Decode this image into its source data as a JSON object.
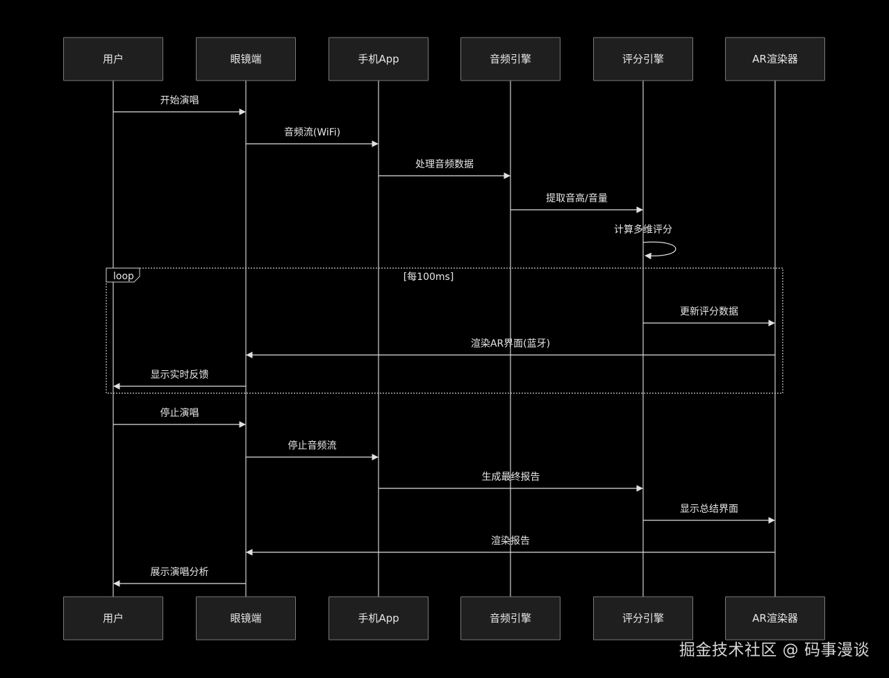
{
  "diagram": {
    "actors": [
      "用户",
      "眼镜端",
      "手机App",
      "音频引擎",
      "评分引擎",
      "AR渲染器"
    ],
    "messages": [
      {
        "from": 0,
        "to": 1,
        "label": "开始演唱"
      },
      {
        "from": 1,
        "to": 2,
        "label": "音频流(WiFi)"
      },
      {
        "from": 2,
        "to": 3,
        "label": "处理音频数据"
      },
      {
        "from": 3,
        "to": 4,
        "label": "提取音高/音量"
      },
      {
        "from": 4,
        "to": 4,
        "label": "计算多维评分"
      },
      {
        "from": 4,
        "to": 5,
        "label": "更新评分数据"
      },
      {
        "from": 5,
        "to": 1,
        "label": "渲染AR界面(蓝牙)"
      },
      {
        "from": 1,
        "to": 0,
        "label": "显示实时反馈"
      },
      {
        "from": 0,
        "to": 1,
        "label": "停止演唱"
      },
      {
        "from": 1,
        "to": 2,
        "label": "停止音频流"
      },
      {
        "from": 2,
        "to": 4,
        "label": "生成最终报告"
      },
      {
        "from": 4,
        "to": 5,
        "label": "显示总结界面"
      },
      {
        "from": 5,
        "to": 1,
        "label": "渲染报告"
      },
      {
        "from": 1,
        "to": 0,
        "label": "展示演唱分析"
      }
    ],
    "loop": {
      "tag": "loop",
      "condition": "[每100ms]",
      "first_message": 5,
      "last_message": 7
    }
  },
  "watermark": "掘金技术社区 @ 码事漫谈"
}
